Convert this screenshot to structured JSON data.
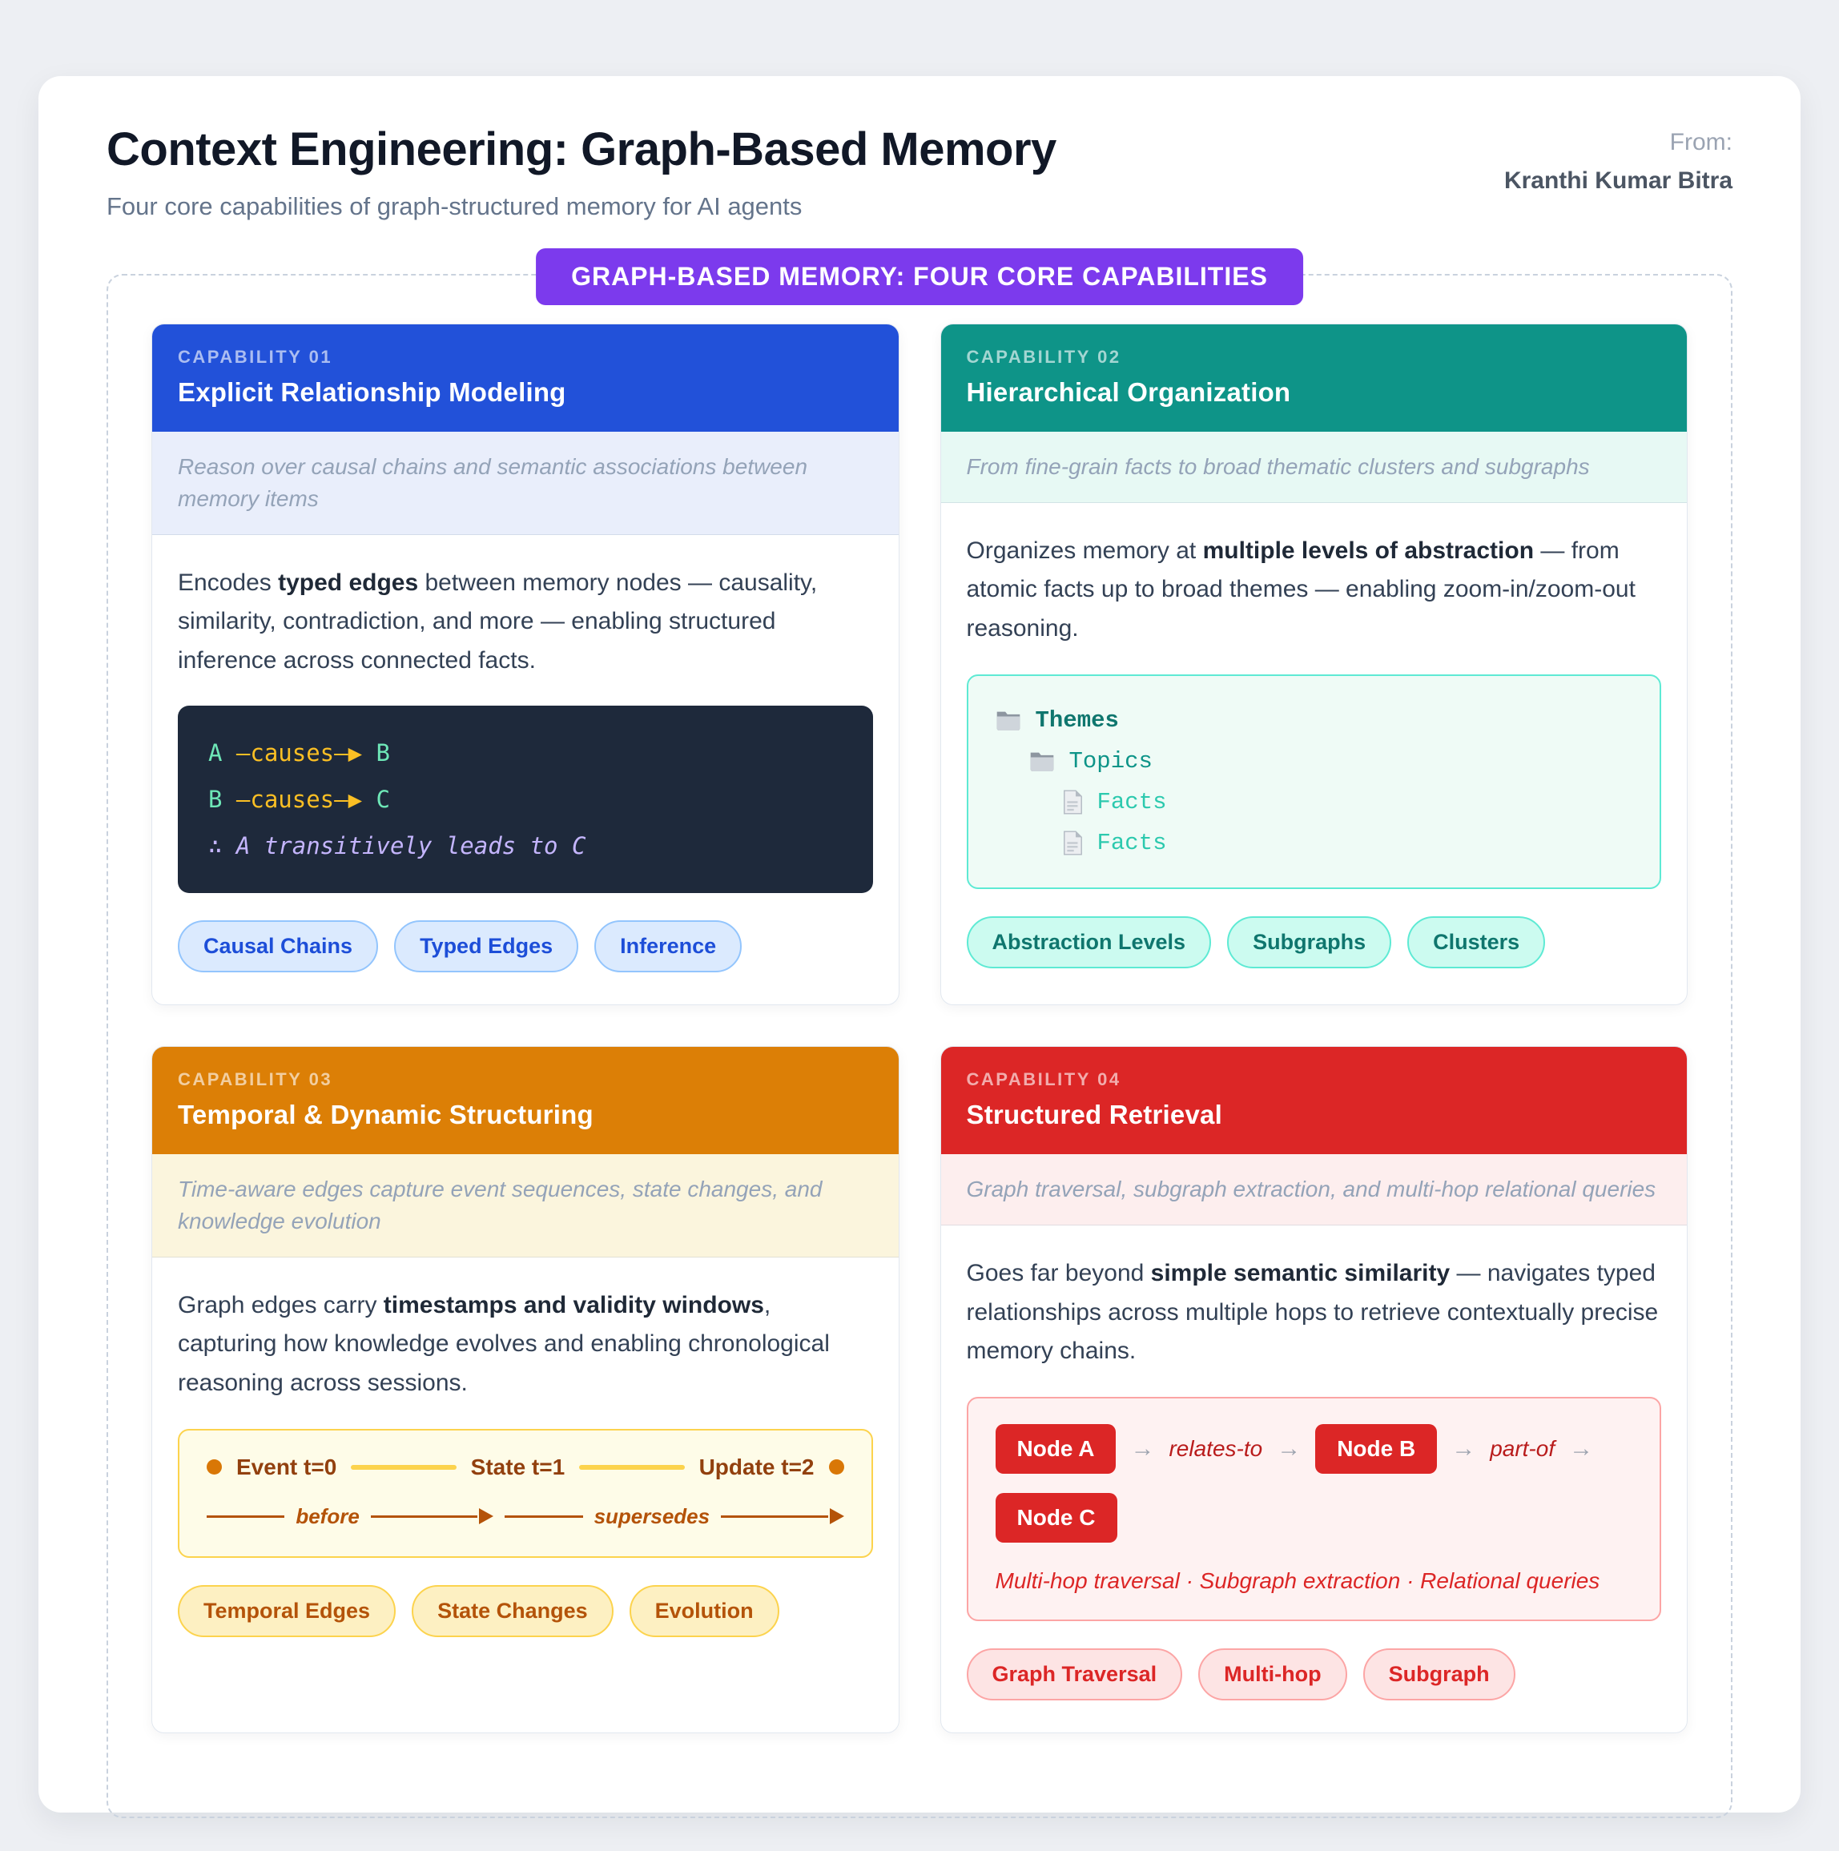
{
  "header": {
    "title": "Context Engineering: Graph-Based Memory",
    "subtitle": "Four core capabilities of graph-structured memory for AI agents",
    "from_label": "From:",
    "author": "Kranthi Kumar Bitra",
    "banner": "GRAPH-BASED MEMORY: FOUR CORE CAPABILITIES"
  },
  "colors": {
    "banner_purple": "#7c3aed",
    "card1_accent": "#2251d9",
    "card2_accent": "#0e9488",
    "card3_accent": "#dc7f06",
    "card4_accent": "#dc2626"
  },
  "cards": [
    {
      "eyebrow": "CAPABILITY 01",
      "title": "Explicit Relationship Modeling",
      "tagline": "Reason over causal chains and semantic associations between memory items",
      "body": {
        "pre": "Encodes ",
        "bold": "typed edges",
        "post": " between memory nodes — causality, similarity, contradiction, and more — enabling structured inference across connected facts."
      },
      "code": {
        "lines": [
          {
            "from": "A",
            "edge": " —causes—▶ ",
            "to": "B"
          },
          {
            "from": "B",
            "edge": " —causes—▶ ",
            "to": "C"
          }
        ],
        "conclusion": "∴ A transitively leads to C"
      },
      "tags": [
        "Causal Chains",
        "Typed Edges",
        "Inference"
      ]
    },
    {
      "eyebrow": "CAPABILITY 02",
      "title": "Hierarchical Organization",
      "tagline": "From fine-grain facts to broad thematic clusters and subgraphs",
      "body": {
        "pre": "Organizes memory at ",
        "bold": "multiple levels of abstraction",
        "post": " — from atomic facts up to broad themes — enabling zoom-in/zoom-out reasoning."
      },
      "tree": [
        {
          "icon": "folder",
          "label": "Themes"
        },
        {
          "icon": "folder",
          "label": "Topics"
        },
        {
          "icon": "file",
          "label": "Facts"
        },
        {
          "icon": "file",
          "label": "Facts"
        }
      ],
      "tags": [
        "Abstraction Levels",
        "Subgraphs",
        "Clusters"
      ]
    },
    {
      "eyebrow": "CAPABILITY 03",
      "title": "Temporal & Dynamic Structuring",
      "tagline": "Time-aware edges capture event sequences, state changes, and knowledge evolution",
      "body": {
        "pre": "Graph edges carry ",
        "bold": "timestamps and validity windows",
        "post": ", capturing how knowledge evolves and enabling chronological reasoning across sessions."
      },
      "timeline": {
        "nodes": [
          "Event t=0",
          "State t=1",
          "Update t=2"
        ],
        "relations": [
          "before",
          "supersedes"
        ]
      },
      "tags": [
        "Temporal Edges",
        "State Changes",
        "Evolution"
      ]
    },
    {
      "eyebrow": "CAPABILITY 04",
      "title": "Structured Retrieval",
      "tagline": "Graph traversal, subgraph extraction, and multi-hop relational queries",
      "body": {
        "pre": "Goes far beyond ",
        "bold": "simple semantic similarity",
        "post": " — navigates typed relationships across multiple hops to retrieve contextually precise memory chains."
      },
      "graph": {
        "node_a": "Node A",
        "node_b": "Node B",
        "node_c": "Node C",
        "edge_ab": "relates-to",
        "edge_bc": "part-of",
        "arrow": "→",
        "caption": "Multi-hop traversal · Subgraph extraction · Relational queries"
      },
      "tags": [
        "Graph Traversal",
        "Multi-hop",
        "Subgraph"
      ]
    }
  ]
}
